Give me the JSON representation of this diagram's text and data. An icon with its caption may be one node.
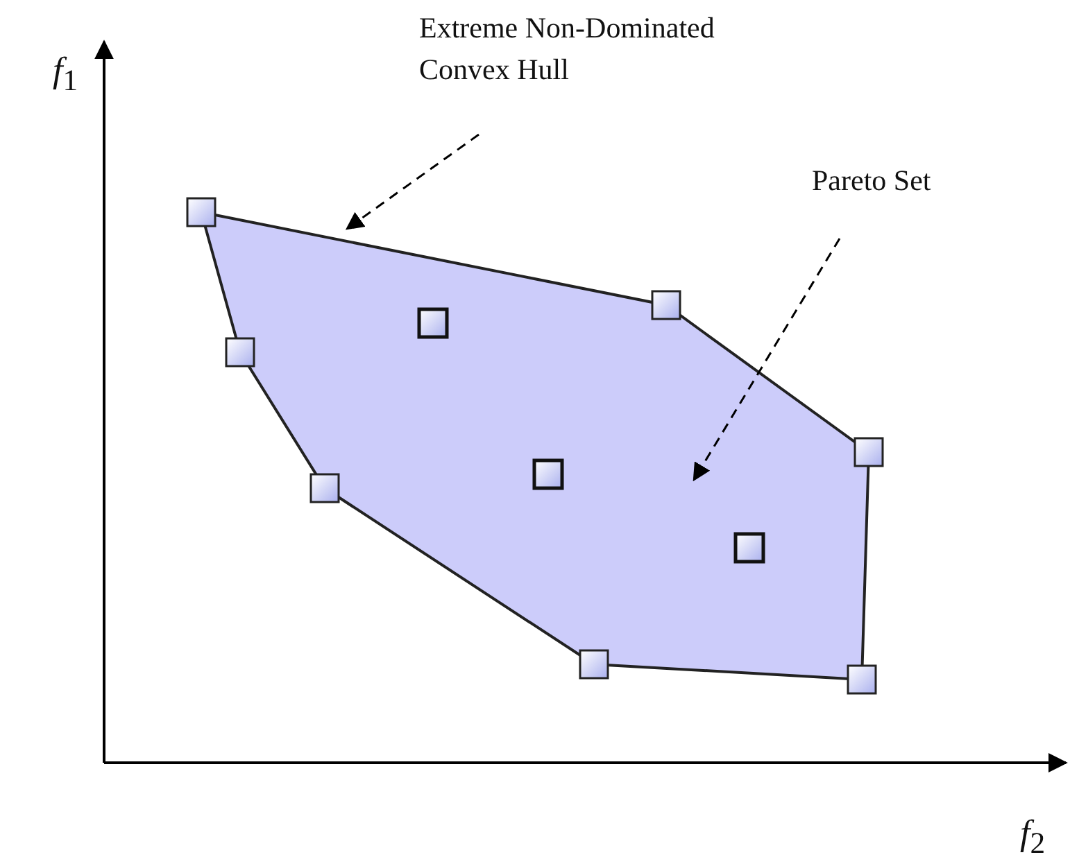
{
  "diagram": {
    "nodes": [
      {
        "text": [
          "Extreme Non-Dominated Convex Hull"
        ]
      },
      {
        "text": [
          "Pareto Set"
        ]
      },
      {
        "text": [],
        "shape": "polygon"
      }
    ],
    "edges": [
      {
        "from": 0,
        "to": 2,
        "arrow": "to",
        "style": "dashed"
      },
      {
        "from": 1,
        "to": 2,
        "arrow": "to",
        "style": "dashed"
      }
    ],
    "labels": [
      "*f*$_{1}$",
      "*f*$_{2}$"
    ]
  }
}
